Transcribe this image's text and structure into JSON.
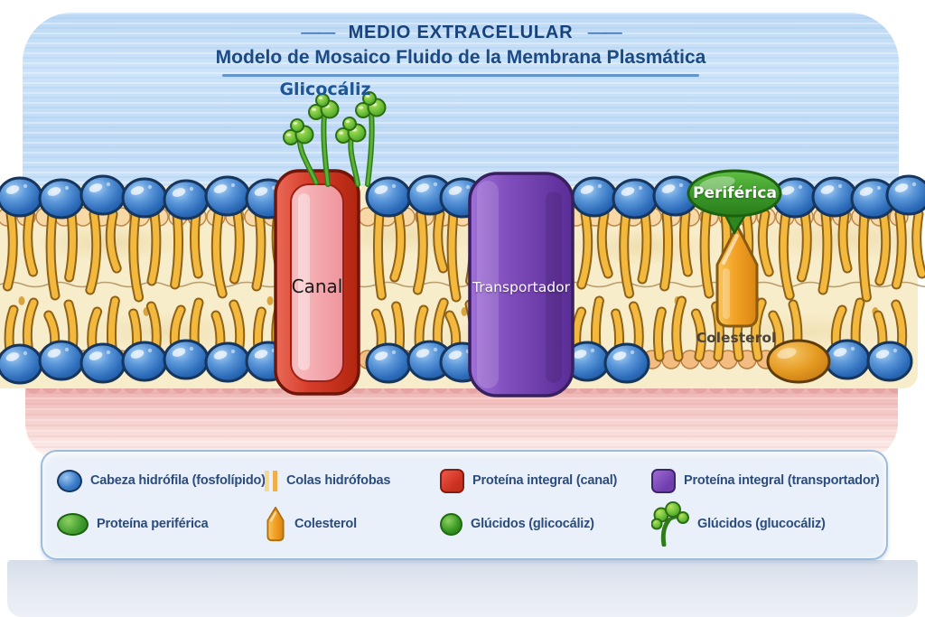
{
  "header": {
    "dash": "——",
    "region_label": "MEDIO EXTRACELULAR",
    "subtitle": "Modelo de Mosaico Fluido de la Membrana Plasmática"
  },
  "membrane": {
    "glycocalyx_label": "Glicocáliz",
    "channel_label": "Canal",
    "transporter_label": "Transportador",
    "peripheral_label": "Periférica",
    "cholesterol_label": "Colesterol"
  },
  "legend": {
    "items": [
      {
        "icon": "phospholipid-head-icon",
        "label": "Cabeza hidrófila (fosfolípido)"
      },
      {
        "icon": "hydrophobic-tails-icon",
        "label": "Colas hidrófobas"
      },
      {
        "icon": "integral-protein-channel-icon",
        "label": "Proteína integral (canal)"
      },
      {
        "icon": "integral-protein-transporter-icon",
        "label": "Proteína integral (transportador)"
      },
      {
        "icon": "peripheral-protein-icon",
        "label": "Proteína periférica"
      },
      {
        "icon": "cholesterol-icon",
        "label": "Colesterol"
      },
      {
        "icon": "glucids-sphere-icon",
        "label": "Glúcidos (glicocáliz)"
      },
      {
        "icon": "glucids-branch-icon",
        "label": "Glúcidos (glucocáliz)"
      }
    ]
  },
  "colors": {
    "extracellular_blue": "#c6dff7",
    "membrane_cream": "#f8edca",
    "intracellular_pink": "#f3c3c1",
    "head_blue": "#2e6fc0",
    "tail_gold": "#f2b438",
    "channel_red": "#cd3322",
    "channel_inner_pink": "#f2a0a6",
    "transporter_purple": "#7746b2",
    "peripheral_green": "#3f9b2f",
    "cholesterol_orange": "#f2a024",
    "label_blue": "#1c4a85"
  }
}
